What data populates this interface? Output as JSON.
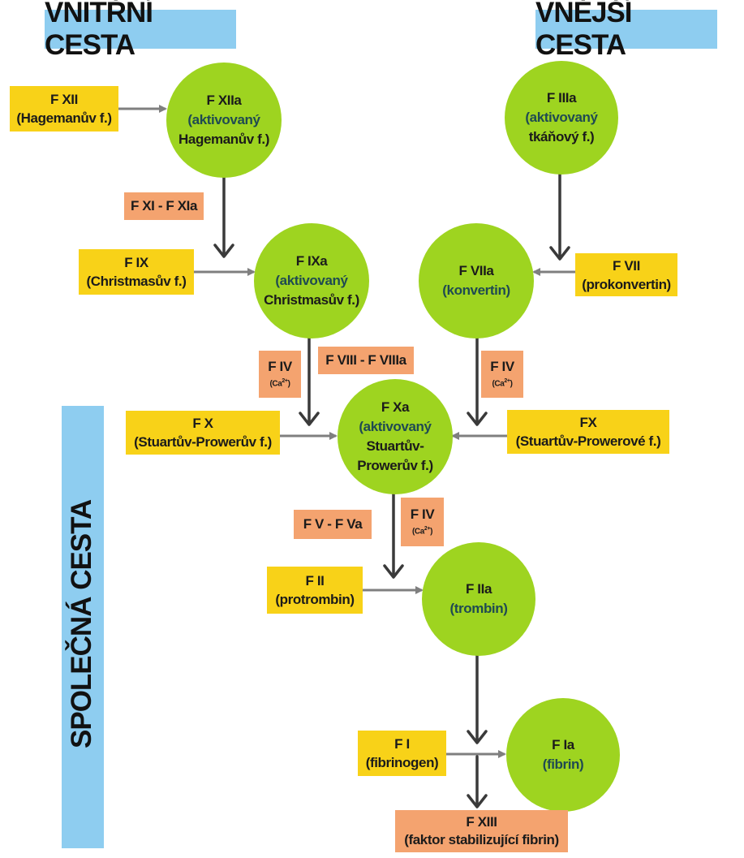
{
  "titles": {
    "intrinsic": "VNITŘNÍ CESTA",
    "extrinsic": "VNĚJŠÍ CESTA",
    "common": "SPOLEČNÁ CESTA"
  },
  "circles": {
    "f12a": {
      "line1": "F XIIa",
      "line2": "(aktivovaný",
      "line3": "Hagemanův f.)"
    },
    "f3a": {
      "line1": "F IIIa",
      "line2": "(aktivovaný",
      "line3": "tkáňový f.)"
    },
    "f9a": {
      "line1": "F IXa",
      "line2": "(aktivovaný",
      "line3": "Christmasův f.)"
    },
    "f7a": {
      "line1": "F VIIa",
      "line2": "(konvertin)"
    },
    "f10a": {
      "line1": "F Xa",
      "line2": "(aktivovaný",
      "line3": "Stuartův-",
      "line4": "Prowerův f.)"
    },
    "f2a": {
      "line1": "F IIa",
      "line2": "(trombin)"
    },
    "f1a": {
      "line1": "F Ia",
      "line2": "(fibrin)"
    }
  },
  "yellow_boxes": {
    "f12": {
      "line1": "F XII",
      "line2": "(Hagemanův f.)"
    },
    "f9": {
      "line1": "F IX",
      "line2": "(Christmasův f.)"
    },
    "f7": {
      "line1": "F VII",
      "line2": "(prokonvertin)"
    },
    "f10_left": {
      "line1": "F X",
      "line2": "(Stuartův-Prowerův f.)"
    },
    "f10_right": {
      "line1": "FX",
      "line2": "(Stuartův-Prowerové f.)"
    },
    "f2": {
      "line1": "F II",
      "line2": "(protrombin)"
    },
    "f1": {
      "line1": "F I",
      "line2": "(fibrinogen)"
    }
  },
  "orange_boxes": {
    "f11": {
      "line1": "F XI - F XIa"
    },
    "f4_left": {
      "line1": "F IV",
      "line2": "(Ca",
      "sup": "2+",
      "close": ")"
    },
    "f8": {
      "line1": "F VIII - F VIIIa"
    },
    "f4_right": {
      "line1": "F IV",
      "line2": "(Ca",
      "sup": "2+",
      "close": ")"
    },
    "f5": {
      "line1": "F V - F Va"
    },
    "f4_bottom": {
      "line1": "F IV",
      "line2": "(Ca",
      "sup": "2+",
      "close": ")"
    },
    "f13": {
      "line1": "F XIII",
      "line2": "(faktor stabilizující fibrin)"
    }
  },
  "colors": {
    "title_bg": "#8ecdf0",
    "circle": "#9ed420",
    "yellow": "#f8d218",
    "orange": "#f4a36f",
    "arrow_dark": "#3a3a3a",
    "arrow_gray": "#7f7f7f"
  }
}
